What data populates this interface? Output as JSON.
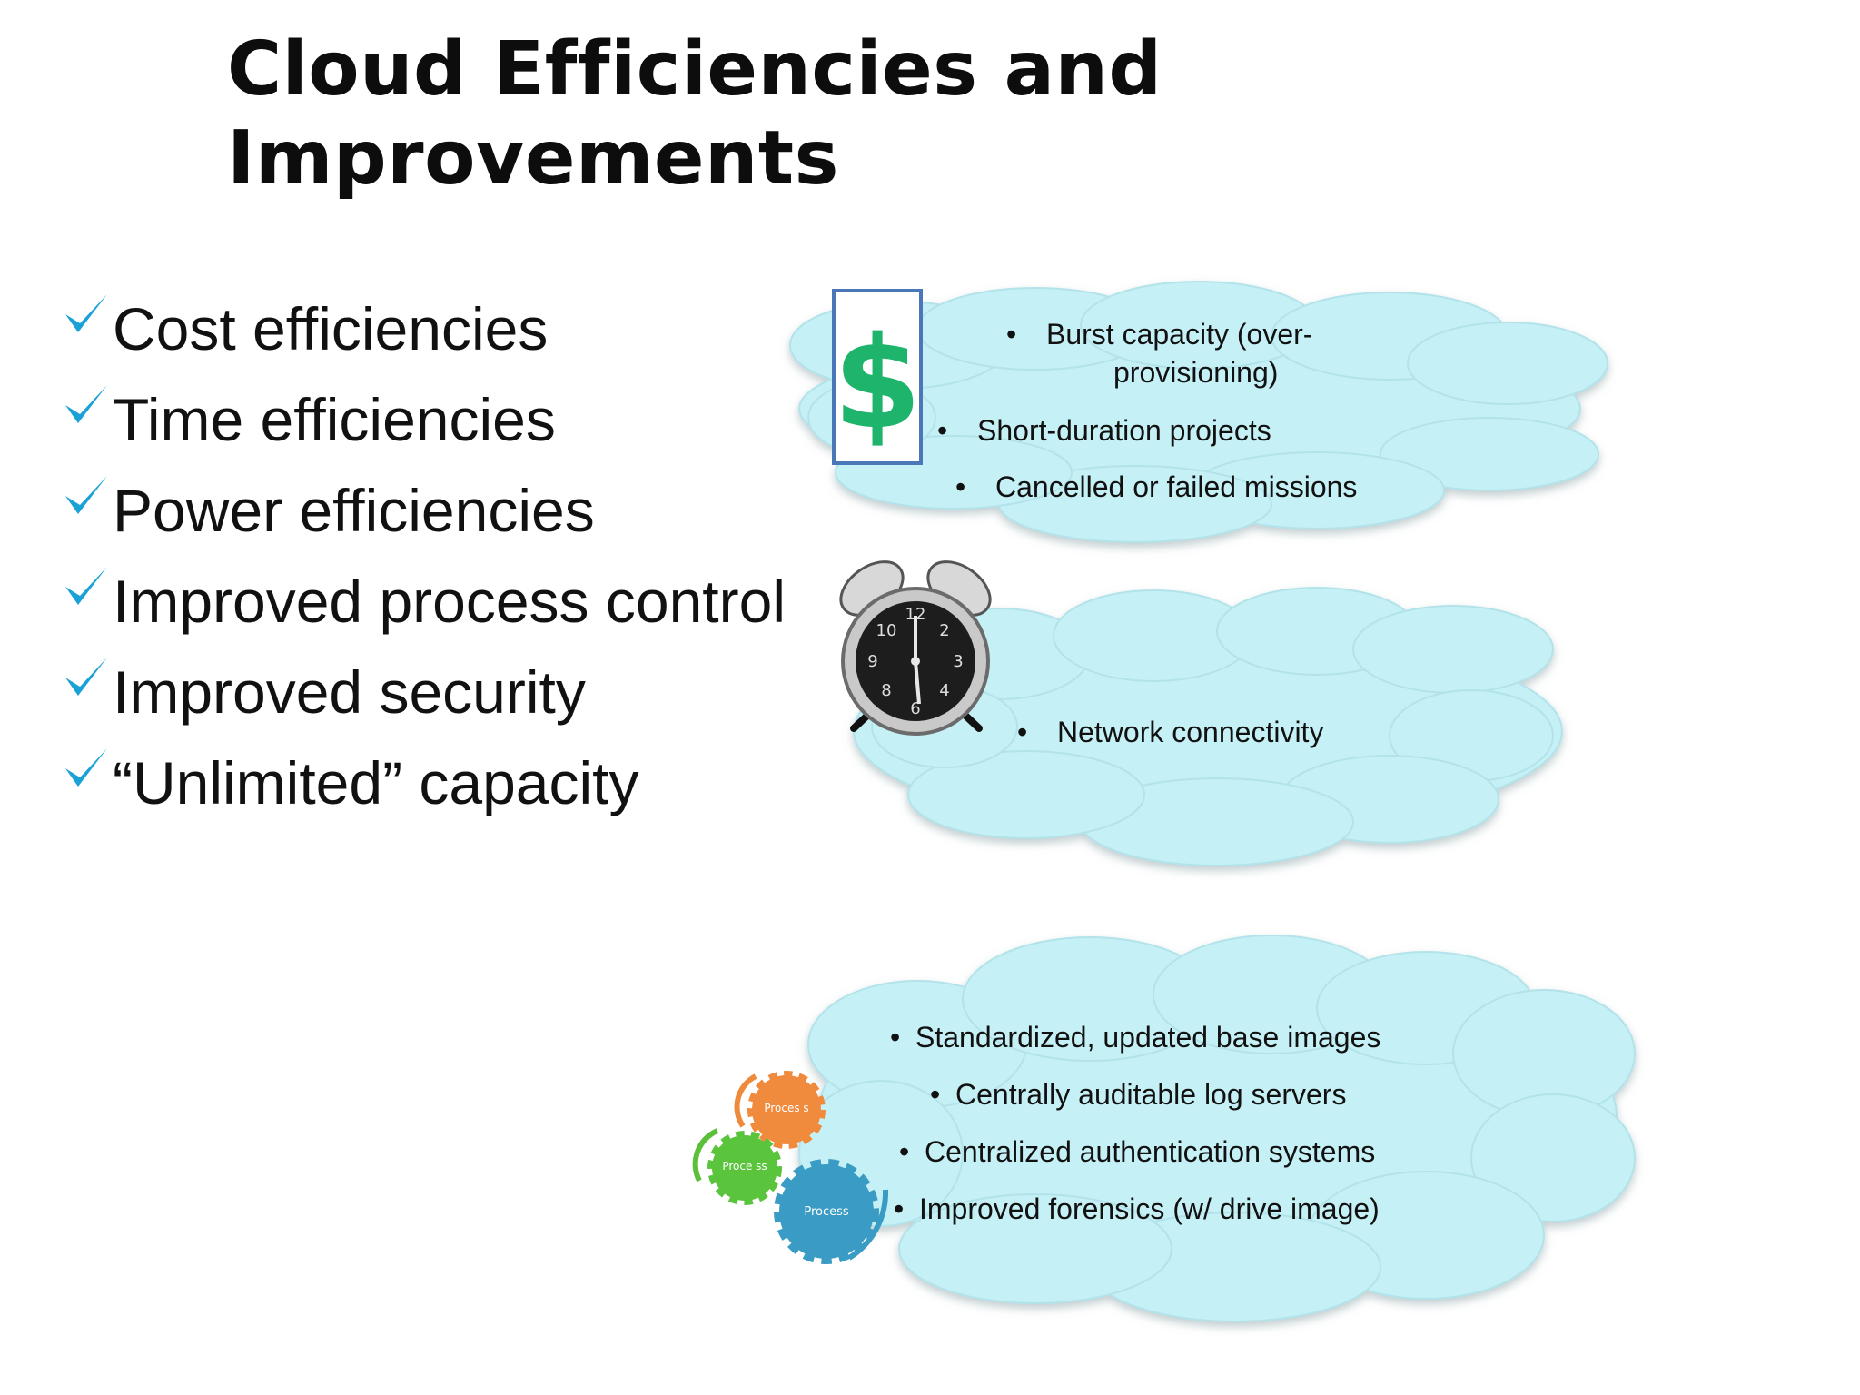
{
  "slide": {
    "title_line1": "Cloud Efficiencies and",
    "title_line2": "Improvements"
  },
  "checklist": [
    "Cost efficiencies",
    "Time efficiencies",
    "Power efficiencies",
    "Improved process control",
    "Improved security",
    "“Unlimited” capacity"
  ],
  "clouds": {
    "cost": {
      "icon": "dollar-sign-icon",
      "symbol": "$",
      "bullets": [
        "Burst capacity (over-",
        "provisioning)",
        "Short-duration projects",
        "Cancelled or failed missions"
      ]
    },
    "time": {
      "icon": "alarm-clock-icon",
      "bullets": [
        "Network connectivity"
      ]
    },
    "process": {
      "icon": "process-gears-icon",
      "gear_labels": [
        "Proces s",
        "Proce ss",
        "Process"
      ],
      "bullets": [
        "Standardized, updated base images",
        "Centrally auditable log servers",
        "Centralized authentication systems",
        "Improved forensics (w/ drive image)"
      ]
    }
  },
  "colors": {
    "check": "#1aa1d6",
    "cloud_fill": "#c5f0f5",
    "dollar": "#1fb46b",
    "dollar_frame": "#4a77b8"
  }
}
